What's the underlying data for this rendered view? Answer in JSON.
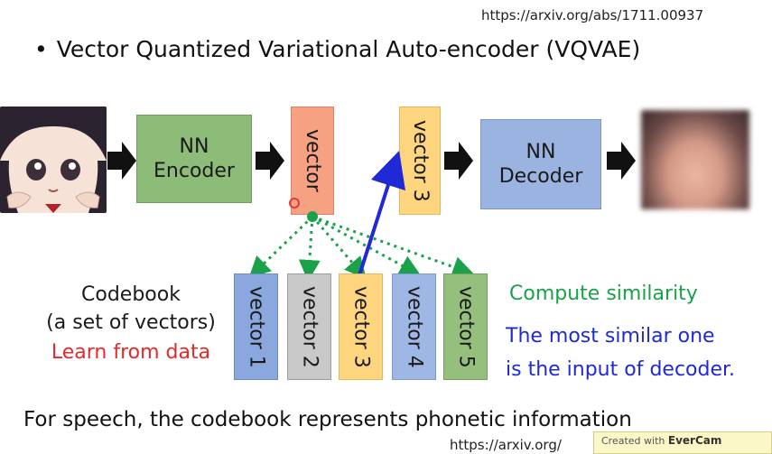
{
  "header": {
    "url_top": "https://arxiv.org/abs/1711.00937",
    "bullet": "•",
    "title": "Vector Quantized Variational Auto-encoder (VQVAE)"
  },
  "pipeline": {
    "encoder_label": "NN\nEncoder",
    "vector_label": "vector",
    "vector3_label": "vector 3",
    "decoder_label": "NN\nDecoder"
  },
  "codebook": {
    "title_line1": "Codebook",
    "title_line2": "(a set of vectors)",
    "learn": "Learn from data",
    "vectors": [
      "vector 1",
      "vector 2",
      "vector 3",
      "vector 4",
      "vector 5"
    ]
  },
  "notes": {
    "compute_similarity": "Compute similarity",
    "most_similar_line1": "The most similar one",
    "most_similar_line2": "is the input of decoder."
  },
  "footer": {
    "speech": "For speech, the codebook represents phonetic information",
    "url_bottom": "https://arxiv.org/",
    "watermark_prefix": "Created with",
    "watermark_brand": "EverCam"
  },
  "colors": {
    "similarity_green": "#1aa14a",
    "selection_blue": "#1f29d6",
    "learn_red": "#e8292a"
  }
}
